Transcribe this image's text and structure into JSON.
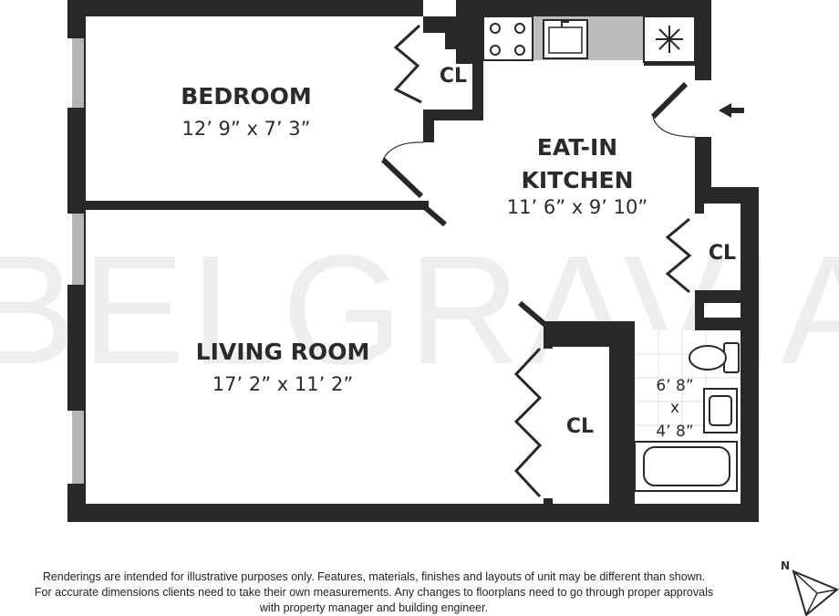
{
  "plan": {
    "watermark": "BELGRAVIA",
    "rooms": {
      "bedroom": {
        "name": "BEDROOM",
        "dims": "12’ 9” x 7’ 3”"
      },
      "kitchen": {
        "name_line1": "EAT-IN",
        "name_line2": "KITCHEN",
        "dims": "11’ 6” x 9’ 10”"
      },
      "living": {
        "name": "LIVING ROOM",
        "dims": "17’ 2” x 11’ 2”"
      },
      "bath": {
        "dim1": "6’ 8”",
        "x": "x",
        "dim2": "4’ 8”"
      }
    },
    "closets": {
      "bedroom": "CL",
      "kitchen": "CL",
      "living": "CL"
    },
    "compass": {
      "north": "N"
    },
    "colors": {
      "wall": "#282828",
      "window": "#b5b5b5",
      "watermark": "#eeeeee",
      "fixture_fill": "#ffffff",
      "counter": "#bdbdbd"
    }
  },
  "disclaimer": {
    "line1": "Renderings are intended for illustrative purposes only. Features, materials, finishes and layouts of unit may be different than shown.",
    "line2": "For accurate dimensions clients need to take their own measurements. Any changes to floorplans need to go through proper approvals",
    "line3": "with property manager and building engineer."
  }
}
